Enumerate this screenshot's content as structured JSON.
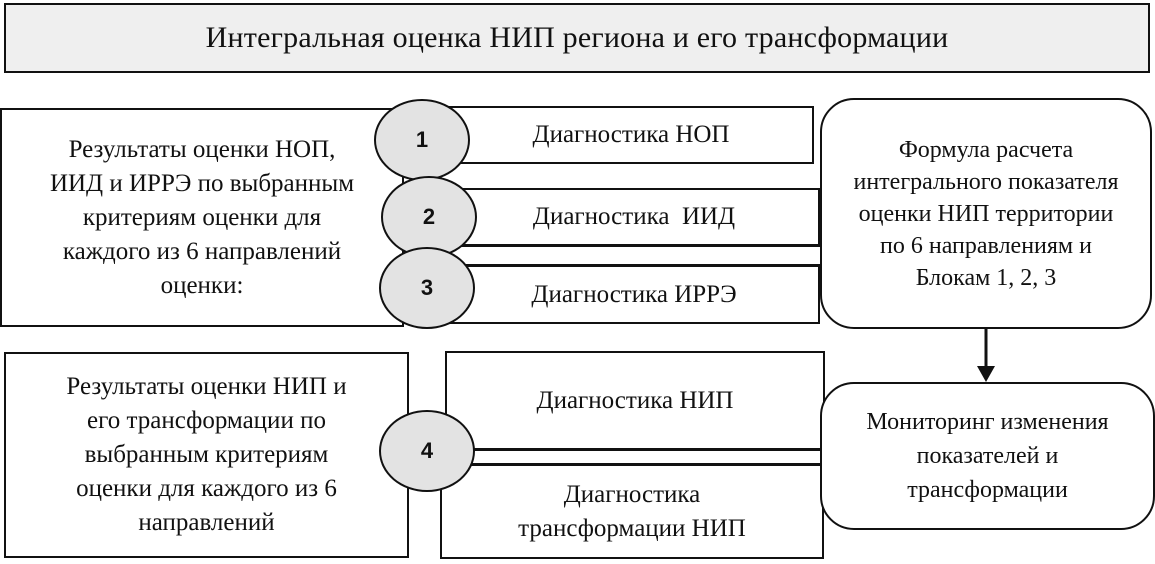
{
  "title": "Интегральная оценка НИП региона и его трансформации",
  "left_top": [
    "Результаты оценки НОП,",
    "ИИД и ИРРЭ по выбранным",
    "критериям оценки для",
    "каждого из 6 направлений",
    "оценки:"
  ],
  "left_bottom": [
    "Результаты оценки НИП и",
    "его трансформации по",
    "выбранным критериям",
    "оценки для каждого из 6",
    "направлений"
  ],
  "steps": [
    "1",
    "2",
    "3",
    "4"
  ],
  "diag": {
    "nop": "Диагностика НОП",
    "iid": "Диагностика  ИИД",
    "irre": "Диагностика ИРРЭ",
    "nip": "Диагностика НИП",
    "trans": [
      "Диагностика",
      "трансформации НИП"
    ]
  },
  "formula": [
    "Формула расчета",
    "интегрального показателя",
    "оценки НИП территории",
    "по 6 направлениям и",
    "Блокам 1, 2, 3"
  ],
  "monitoring": [
    "Мониторинг изменения",
    "показателей и",
    "трансформации"
  ]
}
